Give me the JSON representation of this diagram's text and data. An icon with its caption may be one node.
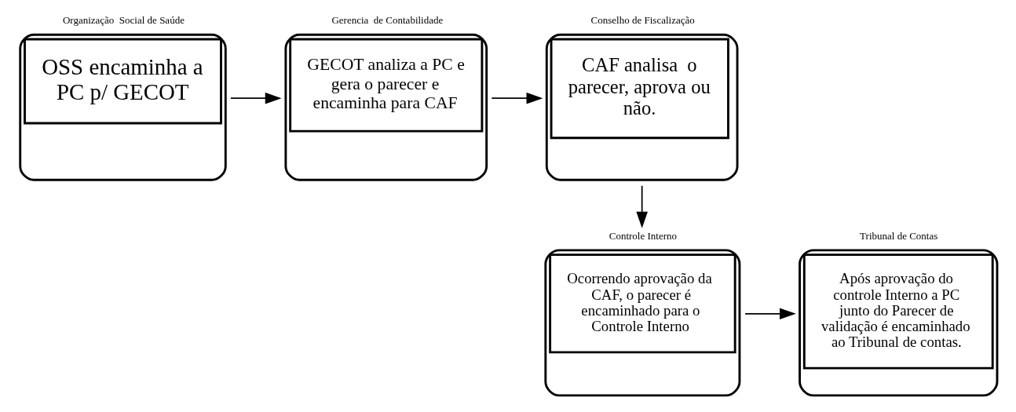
{
  "diagram": {
    "nodes": [
      {
        "text": [
          "Organização  Social de Saúde",
          "OSS encaminha a PC p/ GECOT"
        ]
      },
      {
        "text": [
          "Gerencia  de Contabilidade",
          "GECOT analiza a PC e gera o parecer e encaminha para CAF"
        ]
      },
      {
        "text": [
          "Conselho de Fiscalização",
          "CAF analisa  o parecer, aprova ou não."
        ]
      },
      {
        "text": [
          "Controle Interno",
          "Ocorrendo aprovação da CAF, o parecer é encaminhado para o Controle Interno"
        ]
      },
      {
        "text": [
          "Tribunal de Contas",
          "Após aprovação do controle Interno a PC junto do Parecer de validação é encaminhado ao Tribunal de contas."
        ]
      }
    ],
    "edges": [
      {
        "from": 0,
        "to": 1,
        "arrow": "to"
      },
      {
        "from": 1,
        "to": 2,
        "arrow": "to"
      },
      {
        "from": 2,
        "to": 3,
        "arrow": "to"
      },
      {
        "from": 3,
        "to": 4,
        "arrow": "to"
      }
    ]
  }
}
